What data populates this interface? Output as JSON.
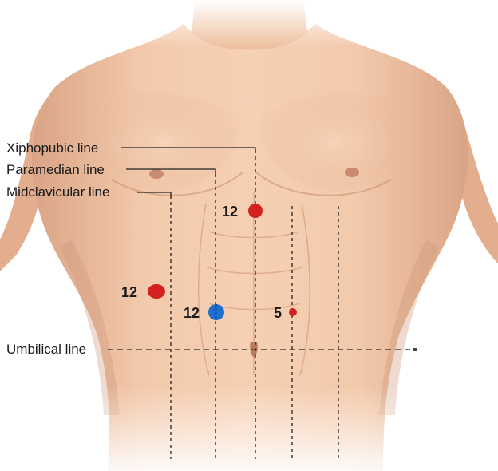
{
  "labels": {
    "xiphopubic": "Xiphopubic line",
    "paramedian": "Paramedian line",
    "midclavicular": "Midclavicular line",
    "umbilical": "Umbilical line"
  },
  "ports": [
    {
      "id": "port-epigastric",
      "size": "12",
      "color": "#d42020"
    },
    {
      "id": "port-right-flank",
      "size": "12",
      "color": "#d42020"
    },
    {
      "id": "port-right-paramedian",
      "size": "12",
      "color": "#1e6fd0"
    },
    {
      "id": "port-left",
      "size": "5",
      "color": "#d42020"
    }
  ],
  "colors": {
    "skin": "#f2c5a6",
    "skin_shadow": "#d9a181",
    "port_red": "#d42020",
    "port_blue": "#1e6fd0"
  }
}
